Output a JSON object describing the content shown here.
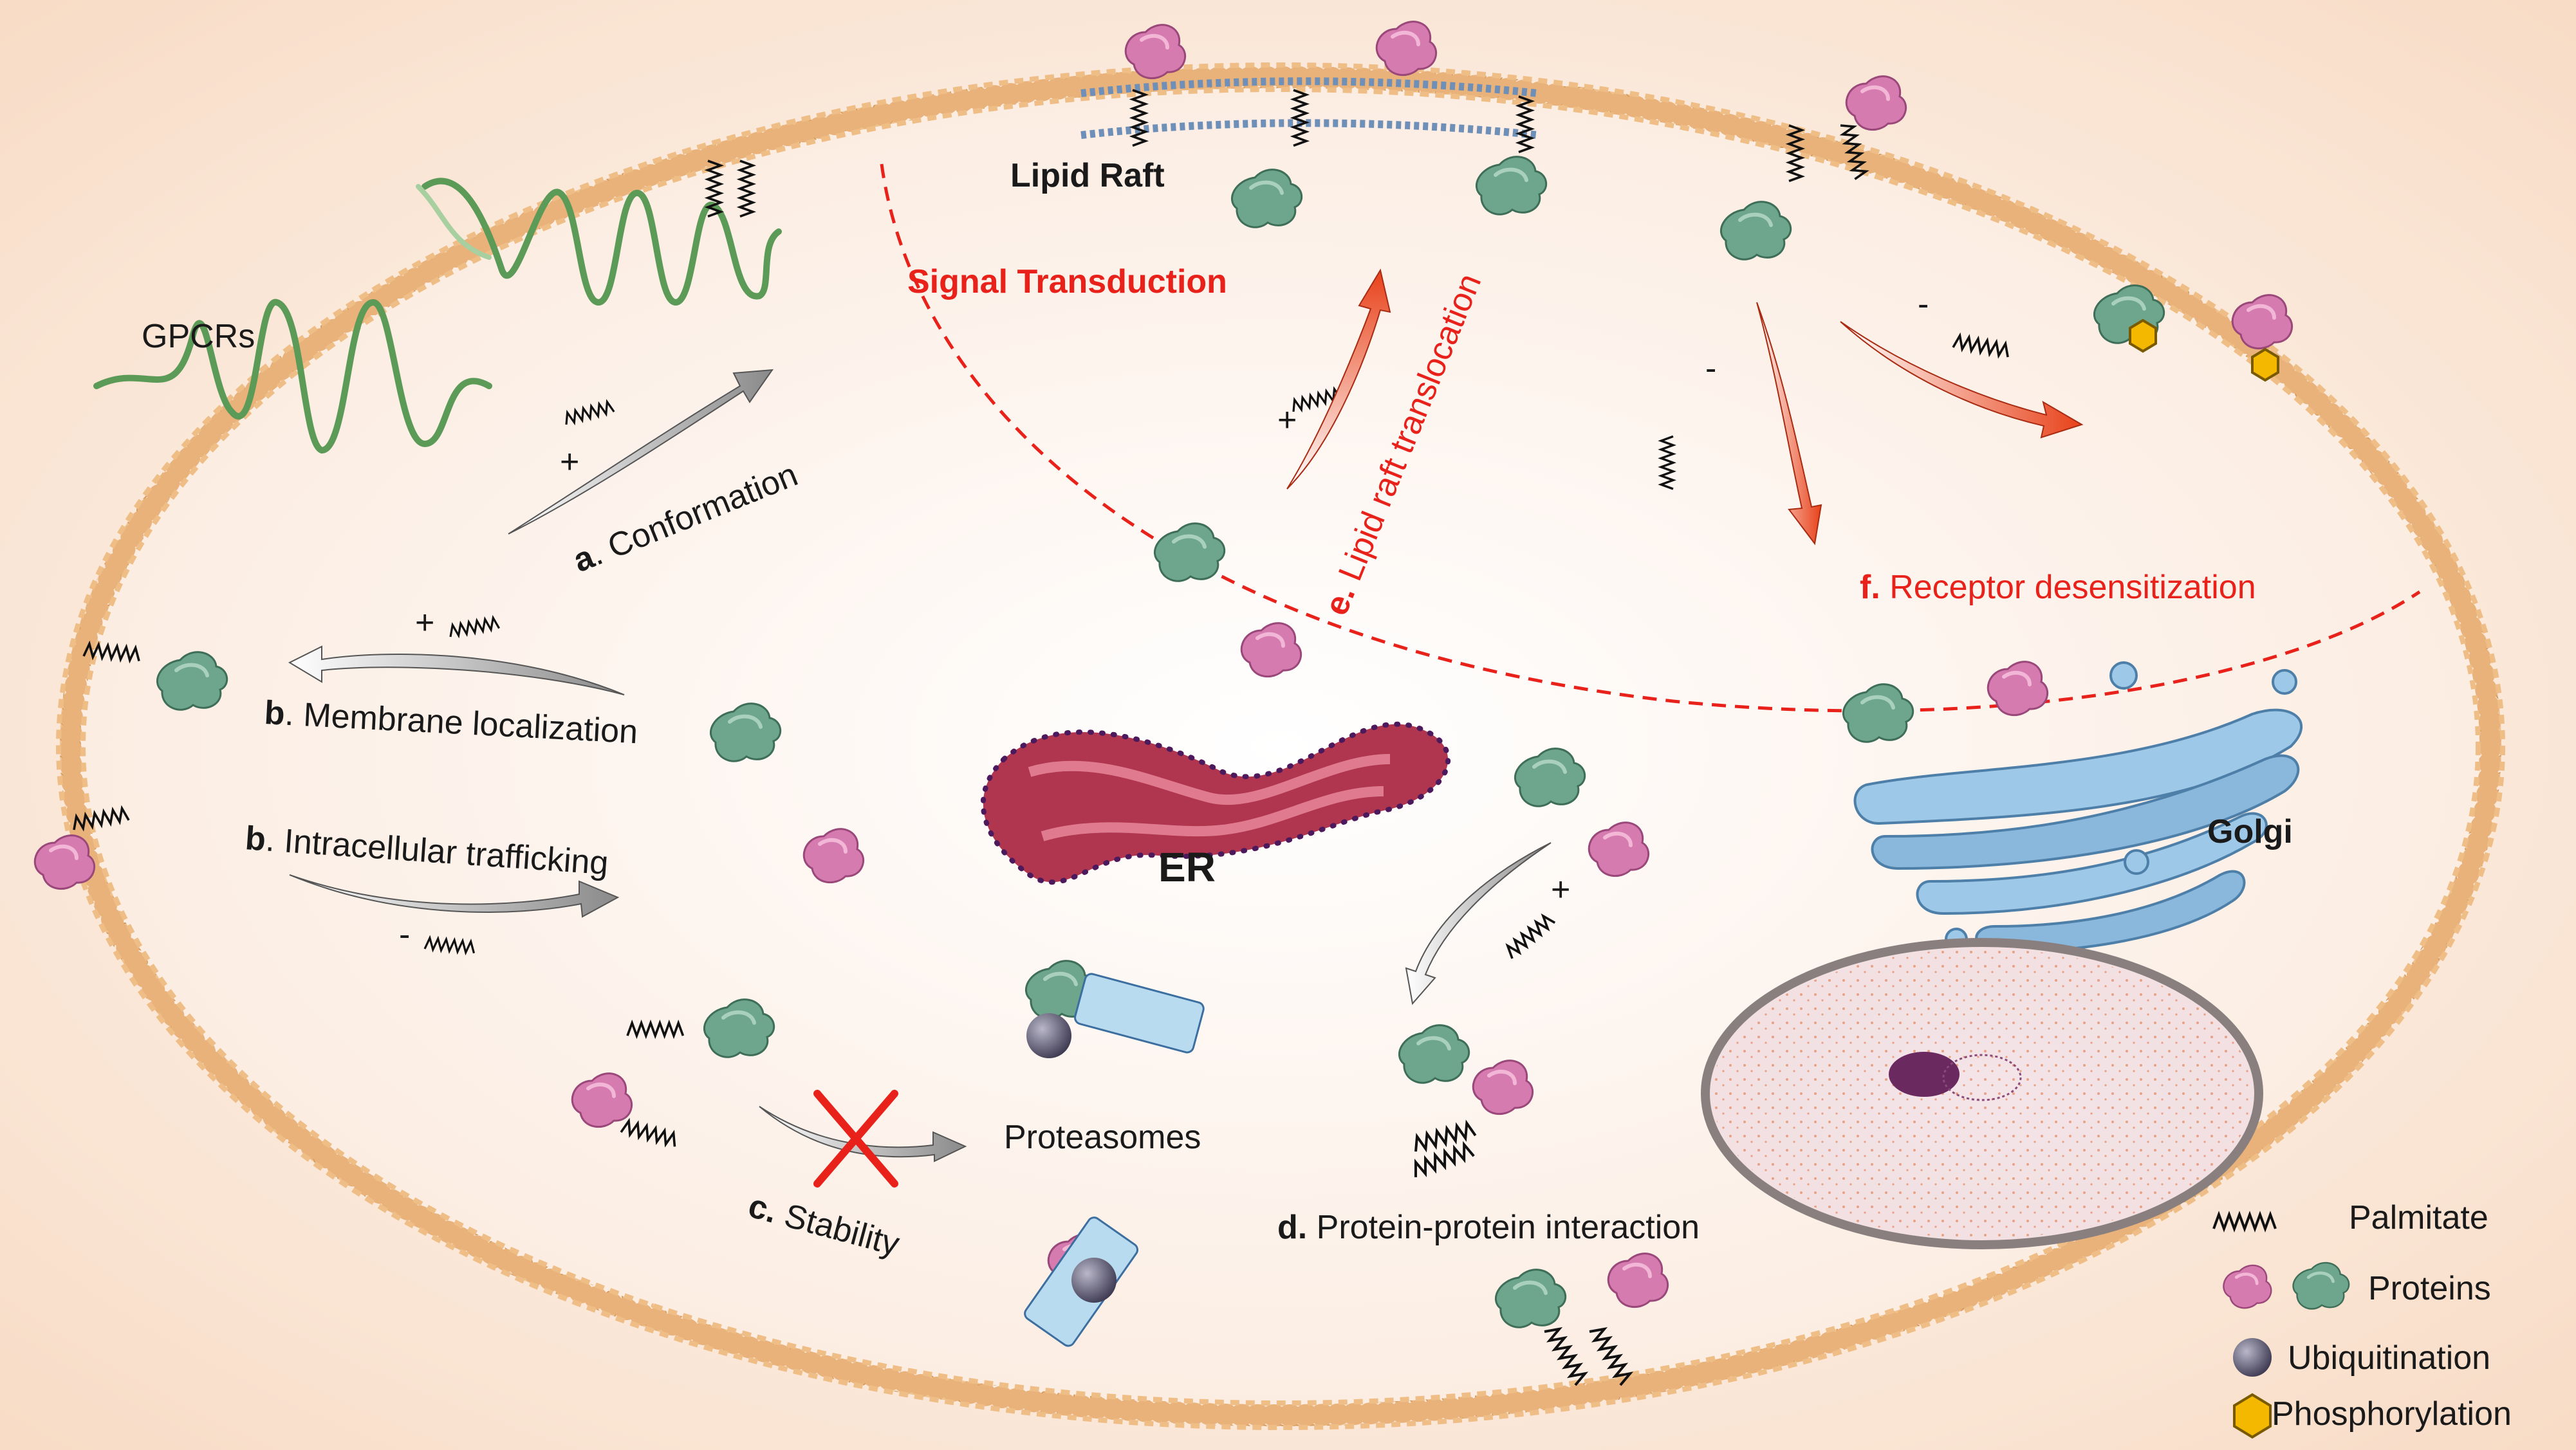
{
  "labels": {
    "gpcrs": "GPCRs",
    "lipid_raft": "Lipid Raft",
    "signal_transduction": "Signal Transduction",
    "er": "ER",
    "golgi": "Golgi",
    "proteasomes": "Proteasomes",
    "plus": "+",
    "minus": "-"
  },
  "processes": {
    "a": {
      "letter": "a",
      "text": ". Conformation"
    },
    "b1": {
      "letter": "b",
      "text": ". Membrane localization"
    },
    "b2": {
      "letter": "b",
      "text": ". Intracellular trafficking"
    },
    "c": {
      "letter": "c.",
      "text": " Stability"
    },
    "d": {
      "letter": "d.",
      "text": " Protein-protein interaction"
    },
    "e": {
      "letter": "e.",
      "text": " Lipid raft translocation"
    },
    "f": {
      "letter": "f.",
      "text": " Receptor desensitization"
    }
  },
  "legend": {
    "palmitate": "Palmitate",
    "proteins": "Proteins",
    "ubiquitination": "Ubiquitination",
    "phosphorylation": "Phosphorylation"
  },
  "colors": {
    "membrane": "#e8b27a",
    "pink_protein": "#d67bb0",
    "green_protein": "#6ea58d",
    "er": "#b0354f",
    "golgi": "#8ab8dc",
    "red_accent": "#e8221a",
    "ubiquitin": "#5a5670",
    "phospho": "#f5b800"
  }
}
